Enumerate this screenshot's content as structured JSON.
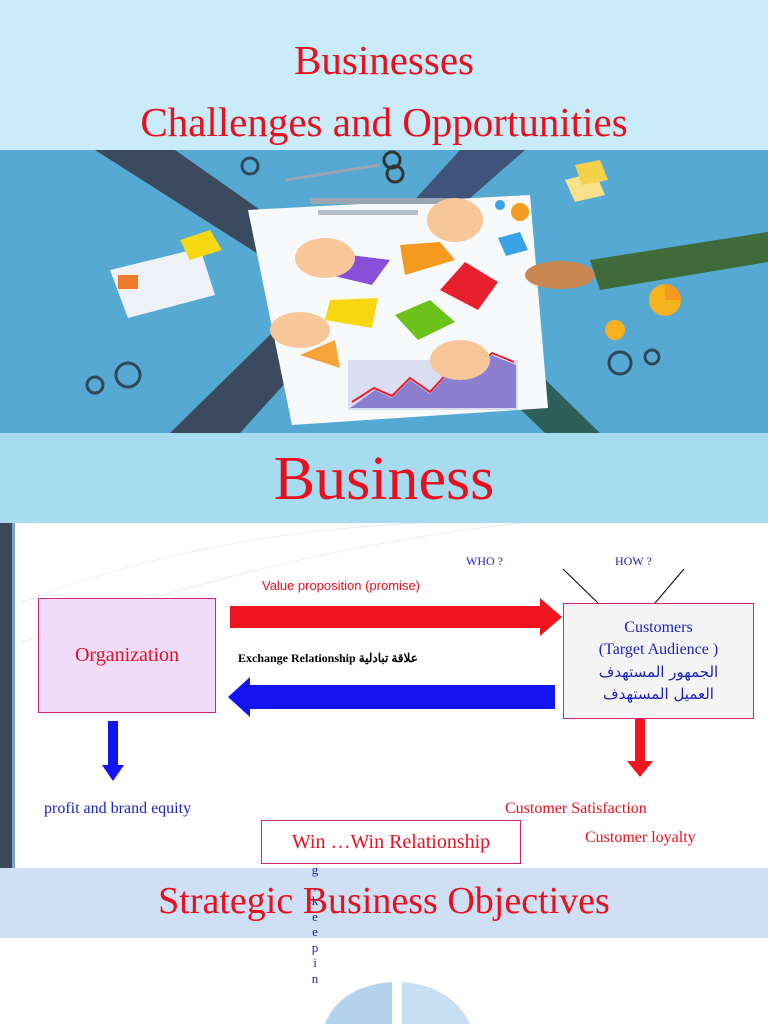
{
  "slide1": {
    "title_line1": "Businesses",
    "title_line2": "Challenges and Opportunities"
  },
  "slide2": {
    "title": "Business",
    "diagram": {
      "who": "WHO ?",
      "how": "HOW ?",
      "value_proposition": "Value proposition (promise)",
      "exchange_relationship": "Exchange Relationship علاقة تبادلية",
      "organization": "Organization",
      "customers": {
        "line1": "Customers",
        "line2": "(Target Audience )",
        "line3": "الجمهور المستهدف",
        "line4": "العميل المستهدف"
      },
      "profit": "profit and brand equity",
      "satisfaction": "Customer Satisfaction",
      "loyalty": "Customer loyalty",
      "win": "Win …Win Relationship",
      "vertical_letters": [
        "g",
        ",",
        "k",
        "e",
        "e",
        "p",
        "i",
        "n"
      ]
    }
  },
  "slide3": {
    "title": "Strategic Business Objectives"
  },
  "colors": {
    "title_red": "#e8101e",
    "header_blue": "#c9ecf8",
    "arrow_red": "#f0141e",
    "arrow_blue": "#1414f0"
  }
}
